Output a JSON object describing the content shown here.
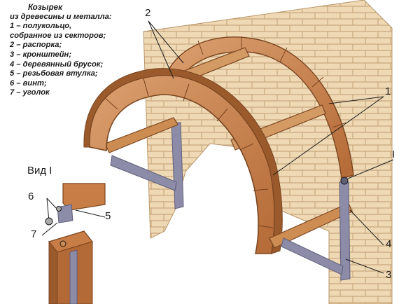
{
  "legend": {
    "title": "Козырек",
    "subtitle": "из древесины и металла:",
    "items": [
      "1 – полукольцо,",
      "собранное из секторов;",
      "2 – распорка;",
      "3 – кронштейн;",
      "4 – деревянный брусок;",
      "5 – резьбовая втулка;",
      "6 – винт;",
      "7 – уголок"
    ]
  },
  "callouts": {
    "n1": "1",
    "n2": "2",
    "n3": "3",
    "n4": "4",
    "n5": "5",
    "n6": "6",
    "n7": "7",
    "section_mark": "I"
  },
  "detail_view_label": "Вид I",
  "colors": {
    "wood": "#c77d45",
    "wood_dark": "#9a5a2c",
    "wood_light": "#dca070",
    "brick": "#efd9b4",
    "mortar": "#c9a87f",
    "metal": "#8c8ca8",
    "metal_dark": "#5f5f7a",
    "line": "#1a1a1a"
  }
}
